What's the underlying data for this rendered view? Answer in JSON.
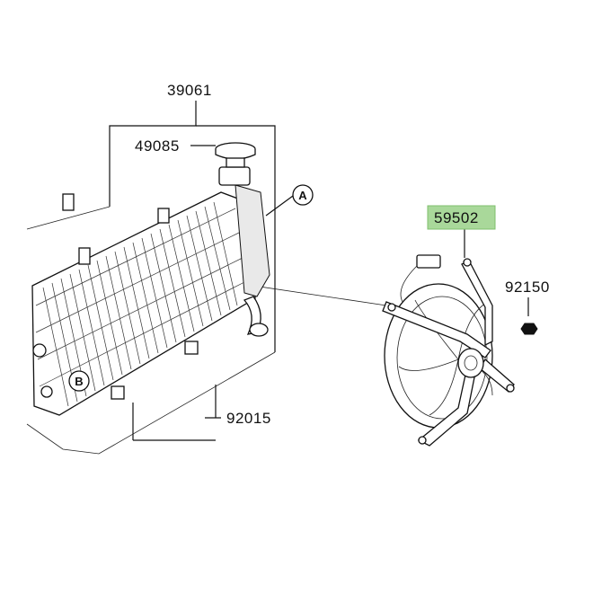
{
  "parts": [
    {
      "number": "39061",
      "highlighted": false
    },
    {
      "number": "49085",
      "highlighted": false
    },
    {
      "number": "59502",
      "highlighted": true
    },
    {
      "number": "92150",
      "highlighted": false
    },
    {
      "number": "92015",
      "highlighted": false
    }
  ],
  "callouts": {
    "a": "A",
    "b": "B"
  },
  "colors": {
    "highlight": "#a9d89a",
    "line": "#111111"
  }
}
